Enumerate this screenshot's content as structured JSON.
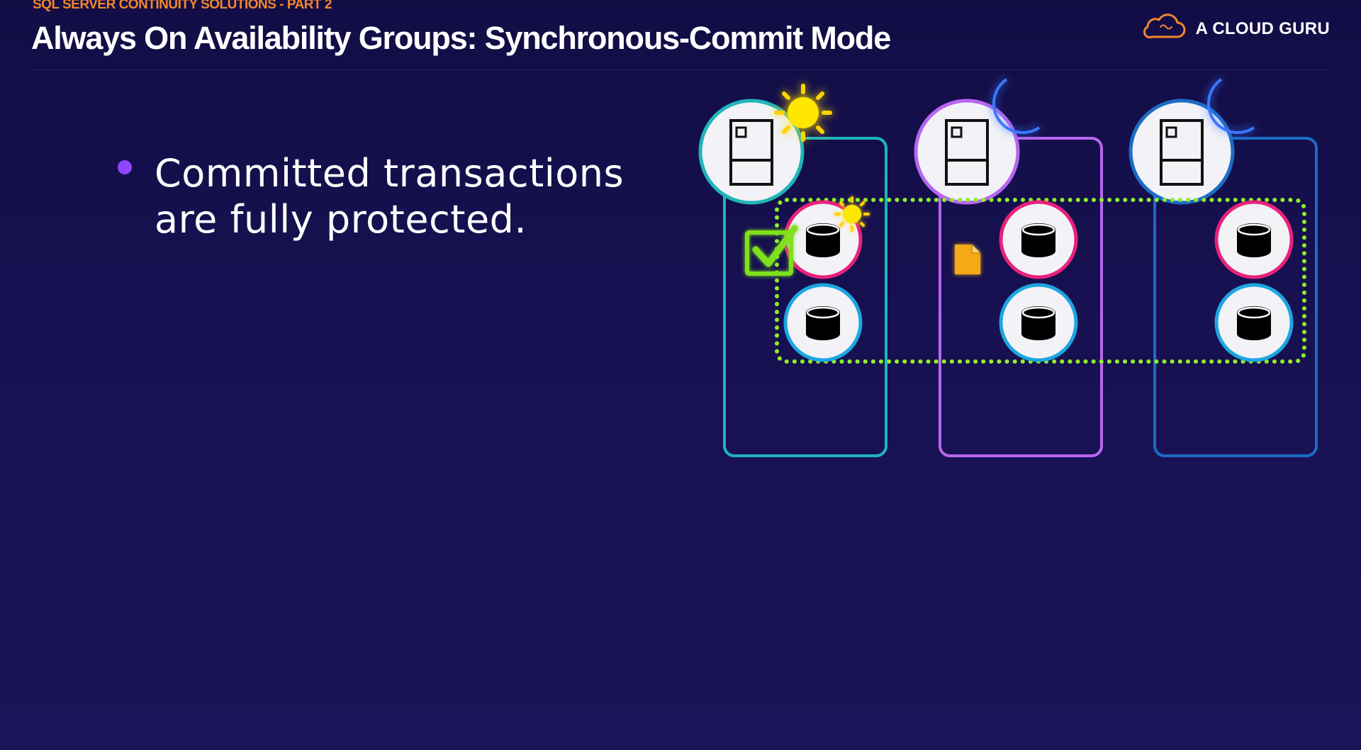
{
  "header": {
    "subtitle": "SQL SERVER CONTINUITY SOLUTIONS - PART 2",
    "title": "Always On Availability Groups: Synchronous-Commit Mode"
  },
  "brand": {
    "name": "A CLOUD GURU",
    "icon": "cloud-logo-icon",
    "accent_color": "#f3862f"
  },
  "content": {
    "bullets": [
      {
        "line1": "Committed transactions",
        "line2": "are fully protected."
      }
    ]
  },
  "diagram": {
    "nodes": [
      {
        "id": "primary",
        "border_color": "#1fb5b8",
        "time_icon": "sun-icon"
      },
      {
        "id": "secondary-1",
        "border_color": "#b865f0",
        "time_icon": "moon-icon"
      },
      {
        "id": "secondary-2",
        "border_color": "#1b6cc4",
        "time_icon": "moon-icon"
      }
    ],
    "databases": {
      "top_ring_color": "#e8217b",
      "bottom_ring_color": "#1ca6e0"
    },
    "availability_group_color": "#8cf02a",
    "commit_checkmark_color": "#7ee11b",
    "log_file_color": "#f4a917"
  },
  "colors": {
    "background": "#171152",
    "bullet": "#8c47ff"
  }
}
